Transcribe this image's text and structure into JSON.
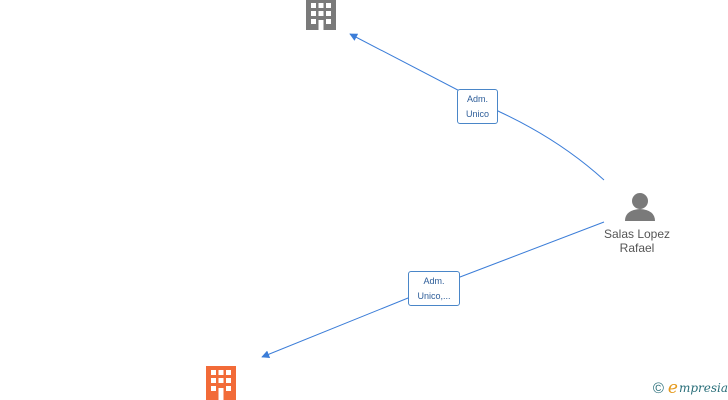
{
  "nodes": {
    "person": {
      "name_line1": "Salas Lopez",
      "name_line2": "Rafael",
      "icon": "person-icon",
      "color": "#7a7a7a"
    },
    "company_top": {
      "icon": "building-icon",
      "color": "#7a7a7a"
    },
    "company_bottom": {
      "icon": "building-icon",
      "color": "#f26b38"
    }
  },
  "edges": [
    {
      "from": "person",
      "to": "company_top",
      "label_line1": "Adm.",
      "label_line2": "Unico"
    },
    {
      "from": "person",
      "to": "company_bottom",
      "label_line1": "Adm.",
      "label_line2": "Unico,..."
    }
  ],
  "colors": {
    "edge": "#3b7dd8"
  },
  "branding": {
    "copyright_symbol": "©",
    "name_initial": "e",
    "name_rest": "mpresia"
  }
}
